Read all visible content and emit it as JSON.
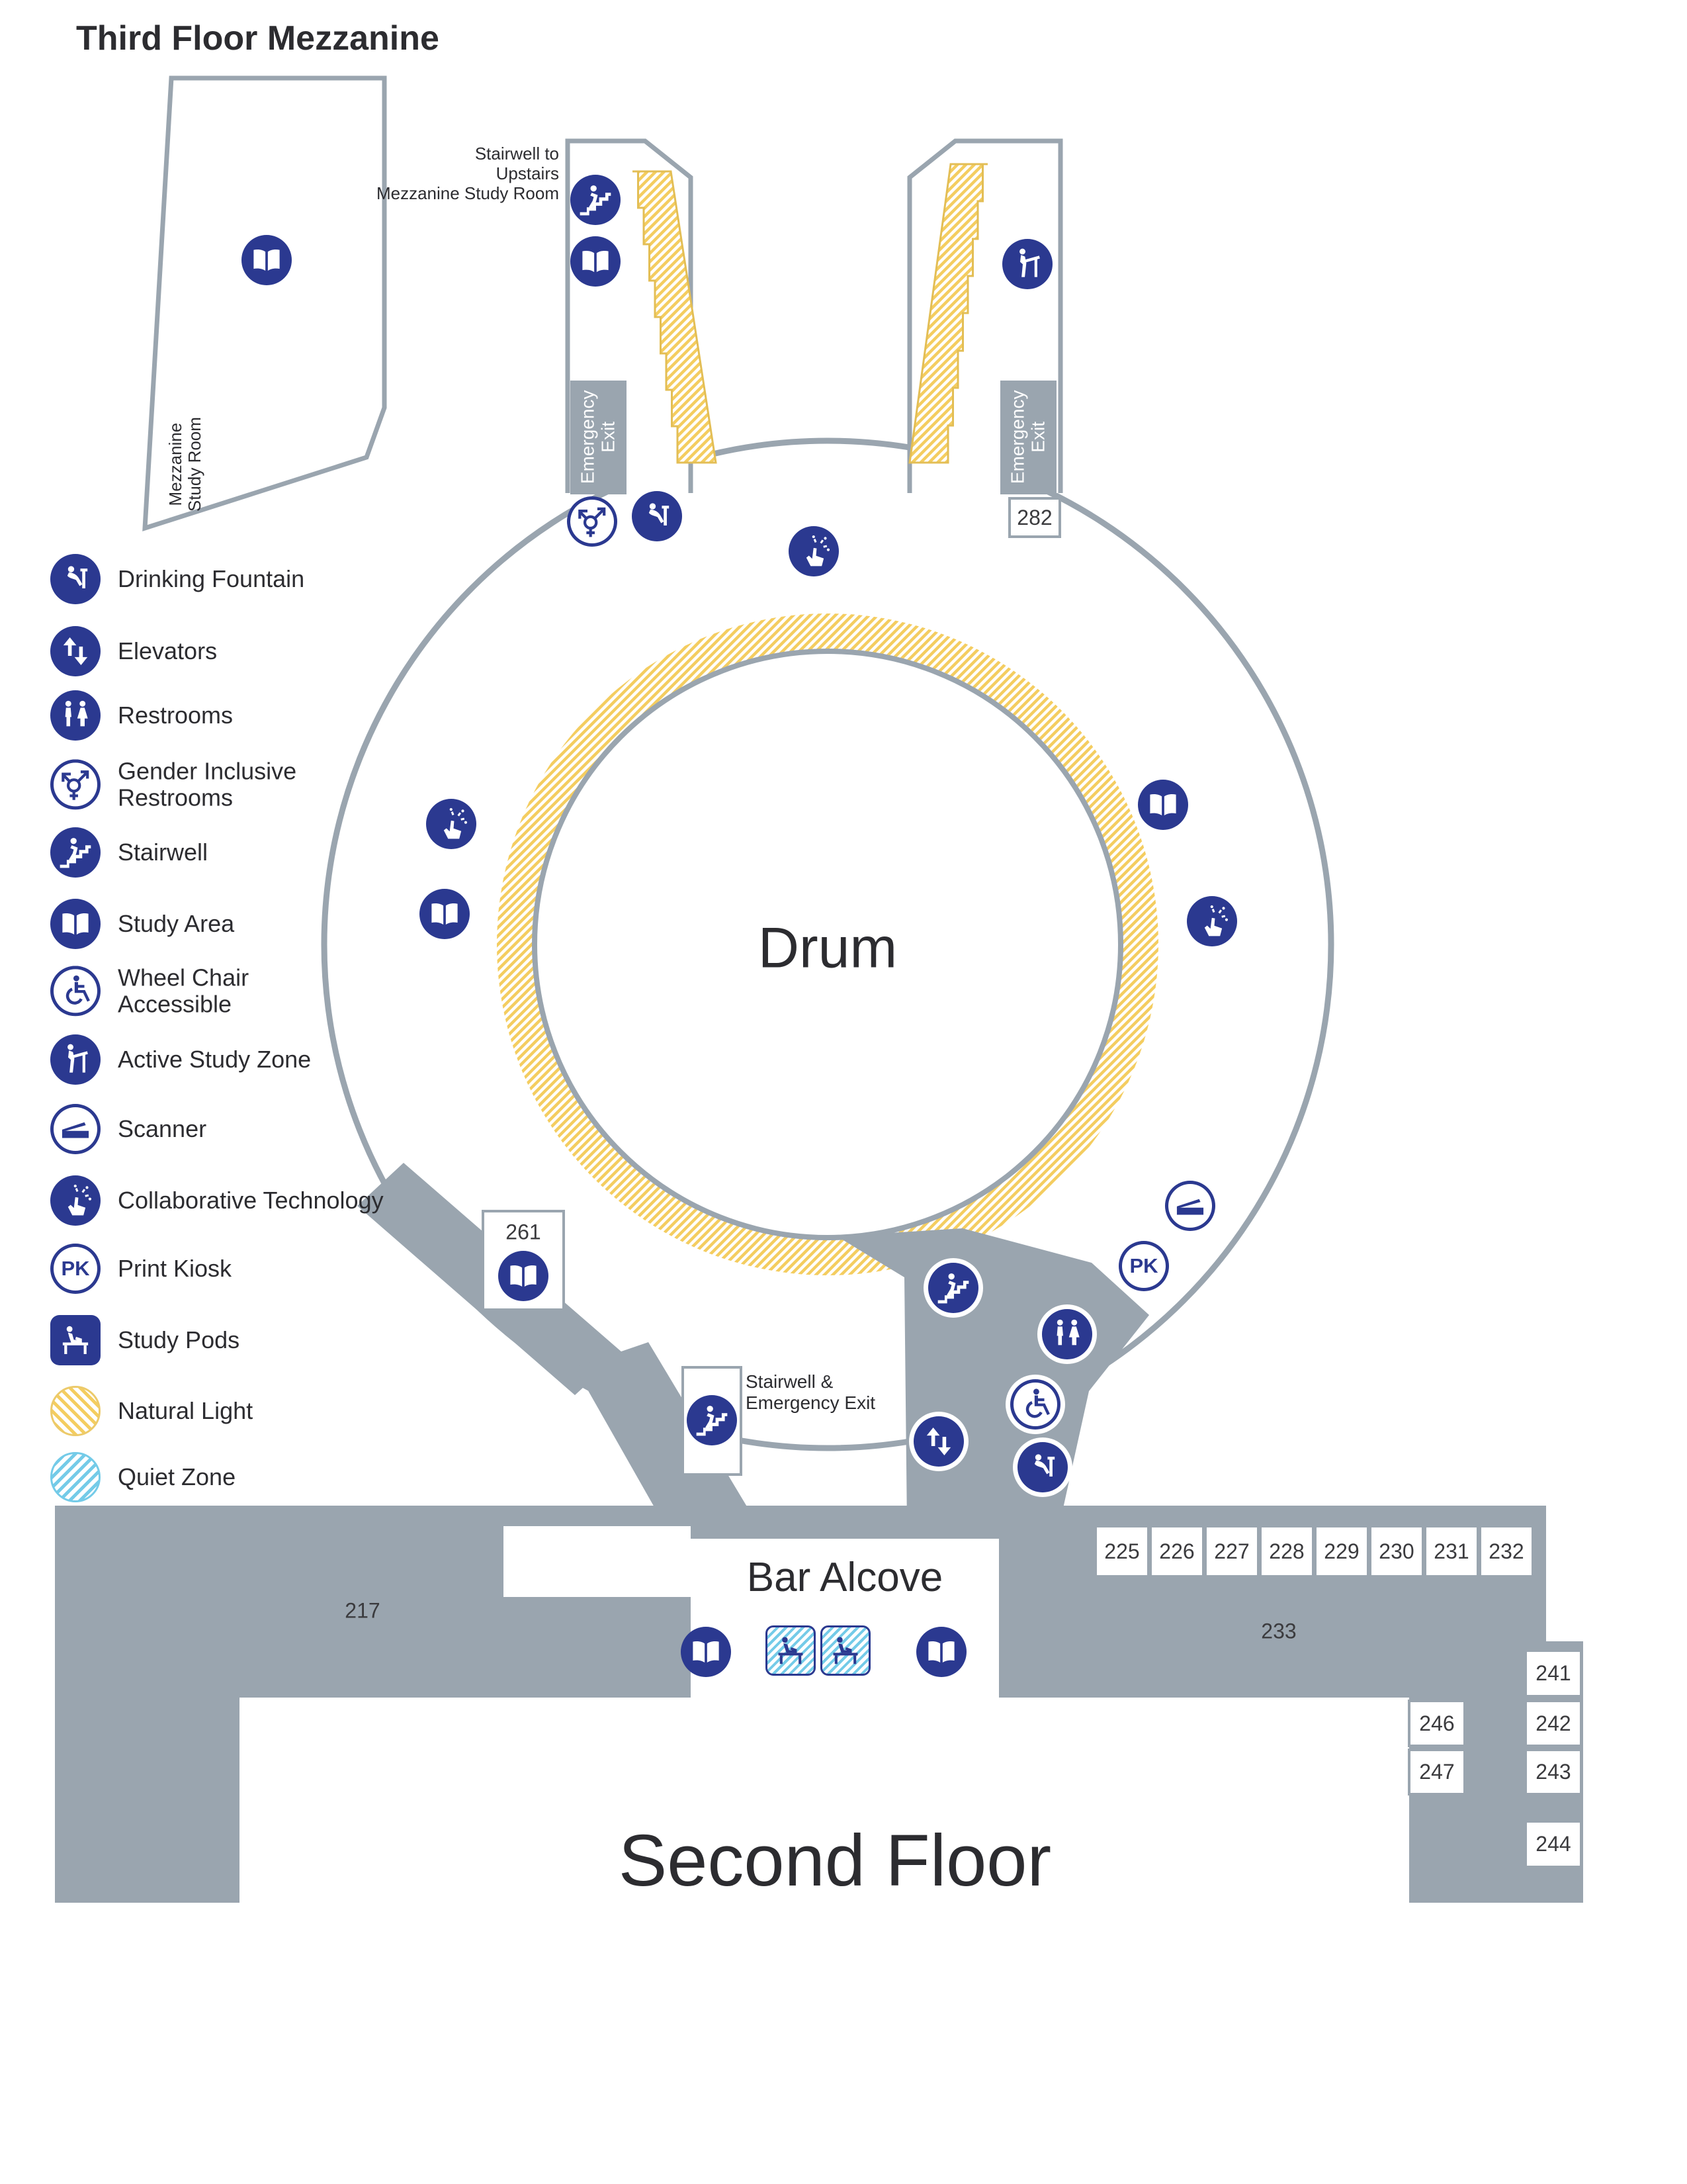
{
  "titles": {
    "third_floor": "Third Floor Mezzanine",
    "second_floor": "Second Floor"
  },
  "map": {
    "drum": "Drum",
    "bar_alcove": "Bar Alcove",
    "mezzanine_study_room": "Mezzanine\nStudy Room",
    "stairwell_to_upstairs": "Stairwell to\nUpstairs\nMezzanine Study Room",
    "stairwell_emergency_exit": "Stairwell &\nEmergency Exit",
    "emergency_exit": "Emergency\nExit",
    "print_kiosk_abbrev": "PK"
  },
  "rooms": {
    "r282": "282",
    "r261": "261",
    "r217": "217",
    "r233": "233",
    "top_row": [
      "225",
      "226",
      "227",
      "228",
      "229",
      "230",
      "231",
      "232"
    ],
    "right_column": [
      "241",
      "242",
      "243",
      "244"
    ],
    "inner_column": [
      "246",
      "247"
    ]
  },
  "legend": {
    "items": [
      {
        "icon": "drinking-fountain-icon",
        "label": "Drinking Fountain"
      },
      {
        "icon": "elevators-icon",
        "label": "Elevators"
      },
      {
        "icon": "restrooms-icon",
        "label": "Restrooms"
      },
      {
        "icon": "gender-inclusive-restrooms-icon",
        "label": "Gender Inclusive\nRestrooms"
      },
      {
        "icon": "stairwell-icon",
        "label": "Stairwell"
      },
      {
        "icon": "study-area-icon",
        "label": "Study Area"
      },
      {
        "icon": "wheelchair-accessible-icon",
        "label": "Wheel Chair\nAccessible"
      },
      {
        "icon": "active-study-zone-icon",
        "label": "Active Study Zone"
      },
      {
        "icon": "scanner-icon",
        "label": "Scanner"
      },
      {
        "icon": "collaborative-technology-icon",
        "label": "Collaborative Technology"
      },
      {
        "icon": "print-kiosk-icon",
        "label": "Print Kiosk"
      },
      {
        "icon": "study-pods-icon",
        "label": "Study Pods"
      },
      {
        "icon": "natural-light-swatch",
        "label": "Natural Light"
      },
      {
        "icon": "quiet-zone-swatch",
        "label": "Quiet Zone"
      }
    ]
  },
  "colors": {
    "icon_navy": "#2B3990",
    "wall_gray": "#9AA5AF",
    "natural_light_yellow": "#F4CD60",
    "quiet_zone_blue": "#74CBE8"
  }
}
